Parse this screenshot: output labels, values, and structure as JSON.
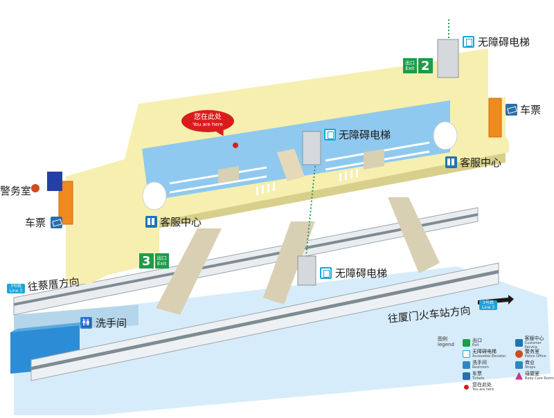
{
  "labels": {
    "elevator_top": "无障碍电梯",
    "elevator_mid": "无障碍电梯",
    "elevator_low": "无障碍电梯",
    "ticket_right": "车票",
    "ticket_left": "车票",
    "service_right": "客服中心",
    "service_left": "客服中心",
    "police": "警务室",
    "restroom": "洗手间"
  },
  "exits": [
    {
      "cn": "出口",
      "en": "Exit",
      "number": "2"
    },
    {
      "cn": "出口",
      "en": "Exit",
      "number": "3"
    }
  ],
  "you_are_here": {
    "cn": "您在此处",
    "en": "You are here"
  },
  "directions": {
    "left": "往蔡厝方向",
    "right": "往厦门火车站方向",
    "line_tag_left": {
      "cn": "3号线",
      "en": "Line 3"
    },
    "line_tag_right": {
      "cn": "3号线",
      "en": "Line 3"
    }
  },
  "legend": {
    "title_cn": "图例",
    "title_en": "legend",
    "items": [
      {
        "cn": "出口",
        "en": "Exit",
        "icon": "exit-icon",
        "color": "#1d9c4b"
      },
      {
        "cn": "客服中心",
        "en": "Customer Service",
        "icon": "customer-service-icon",
        "color": "#1f74b0"
      },
      {
        "cn": "无障碍电梯",
        "en": "Accessible Elevator",
        "icon": "elevator-icon",
        "color": "#14a7d6"
      },
      {
        "cn": "警务室",
        "en": "Police Office",
        "icon": "police-icon",
        "color": "#cf4a1c"
      },
      {
        "cn": "洗手间",
        "en": "Restroom",
        "icon": "restroom-icon",
        "color": "#2d86c4"
      },
      {
        "cn": "商业",
        "en": "Shops",
        "icon": "shop-icon",
        "color": "#2d86c4"
      },
      {
        "cn": "车票",
        "en": "Tickets",
        "icon": "ticket-icon",
        "color": "#2b6faa"
      },
      {
        "cn": "母婴室",
        "en": "Baby Care Room",
        "icon": "baby-care-icon",
        "color": "#c2378f"
      },
      {
        "cn": "您在此处",
        "en": "You are here",
        "icon": "you-are-here-icon",
        "color": "#d81c1c"
      }
    ]
  },
  "colors": {
    "concourse": "#f6efb0",
    "floor_blue": "#8fc9ef",
    "platform": "#cfe7f7",
    "exit_green": "#1d9c4b",
    "ticket_orange": "#f08a1e",
    "police_blue": "#2440a8",
    "you_red": "#d81c1c"
  }
}
